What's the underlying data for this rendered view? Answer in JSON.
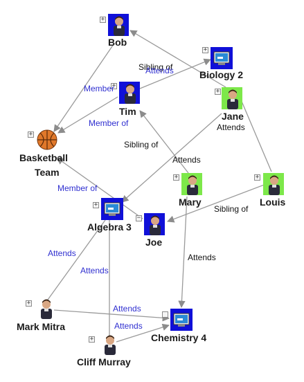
{
  "nodes": {
    "bob": {
      "label": "Bob",
      "icon": "person-icon",
      "expander": "+"
    },
    "biology2": {
      "label": "Biology 2",
      "icon": "course-icon",
      "expander": "+"
    },
    "tim": {
      "label": "Tim",
      "icon": "person-icon",
      "expander": "+"
    },
    "jane": {
      "label": "Jane",
      "icon": "person-icon",
      "expander": "+"
    },
    "basketball": {
      "label": "Basketball Team",
      "line1": "Basketball",
      "line2": "Team",
      "icon": "basketball-icon",
      "expander": "+"
    },
    "mary": {
      "label": "Mary",
      "icon": "person-icon",
      "expander": "+"
    },
    "louis": {
      "label": "Louis",
      "icon": "person-icon",
      "expander": "+"
    },
    "algebra3": {
      "label": "Algebra 3",
      "icon": "course-icon",
      "expander": "+"
    },
    "joe": {
      "label": "Joe",
      "icon": "person-icon",
      "expander": "−"
    },
    "mark": {
      "label": "Mark Mitra",
      "icon": "person-icon",
      "expander": "+"
    },
    "chemistry4": {
      "label": "Chemistry 4",
      "icon": "course-icon",
      "expander": ""
    },
    "cliff": {
      "label": "Cliff Murray",
      "icon": "person-icon",
      "expander": "+"
    }
  },
  "edges": {
    "sibling_bob_tim": "Sibling of",
    "attends_tim_bio": "Attends",
    "member_tim_bb": "Member",
    "member_bob_bb": "Member of",
    "attends_jane_algebra": "Attends",
    "attends_jane": "Attends",
    "sibling_mary_tim": "Sibling of",
    "member_joe_bb": "Member of",
    "sibling_louis_joe": "Sibling of",
    "attends_mary_chem": "Attends",
    "attends_mark_algebra": "Attends",
    "attends_cliff_algebra": "Attends",
    "attends_mark_chem": "Attends",
    "attends_cliff_chem": "Attends"
  },
  "colors": {
    "edge_line": "#9a9a9a",
    "relation_blue": "#2f2fd0",
    "relation_dark": "#111111",
    "node_frame_blue": "#1010d8",
    "node_frame_green": "#7de84a",
    "basketball": "#e0782a"
  }
}
